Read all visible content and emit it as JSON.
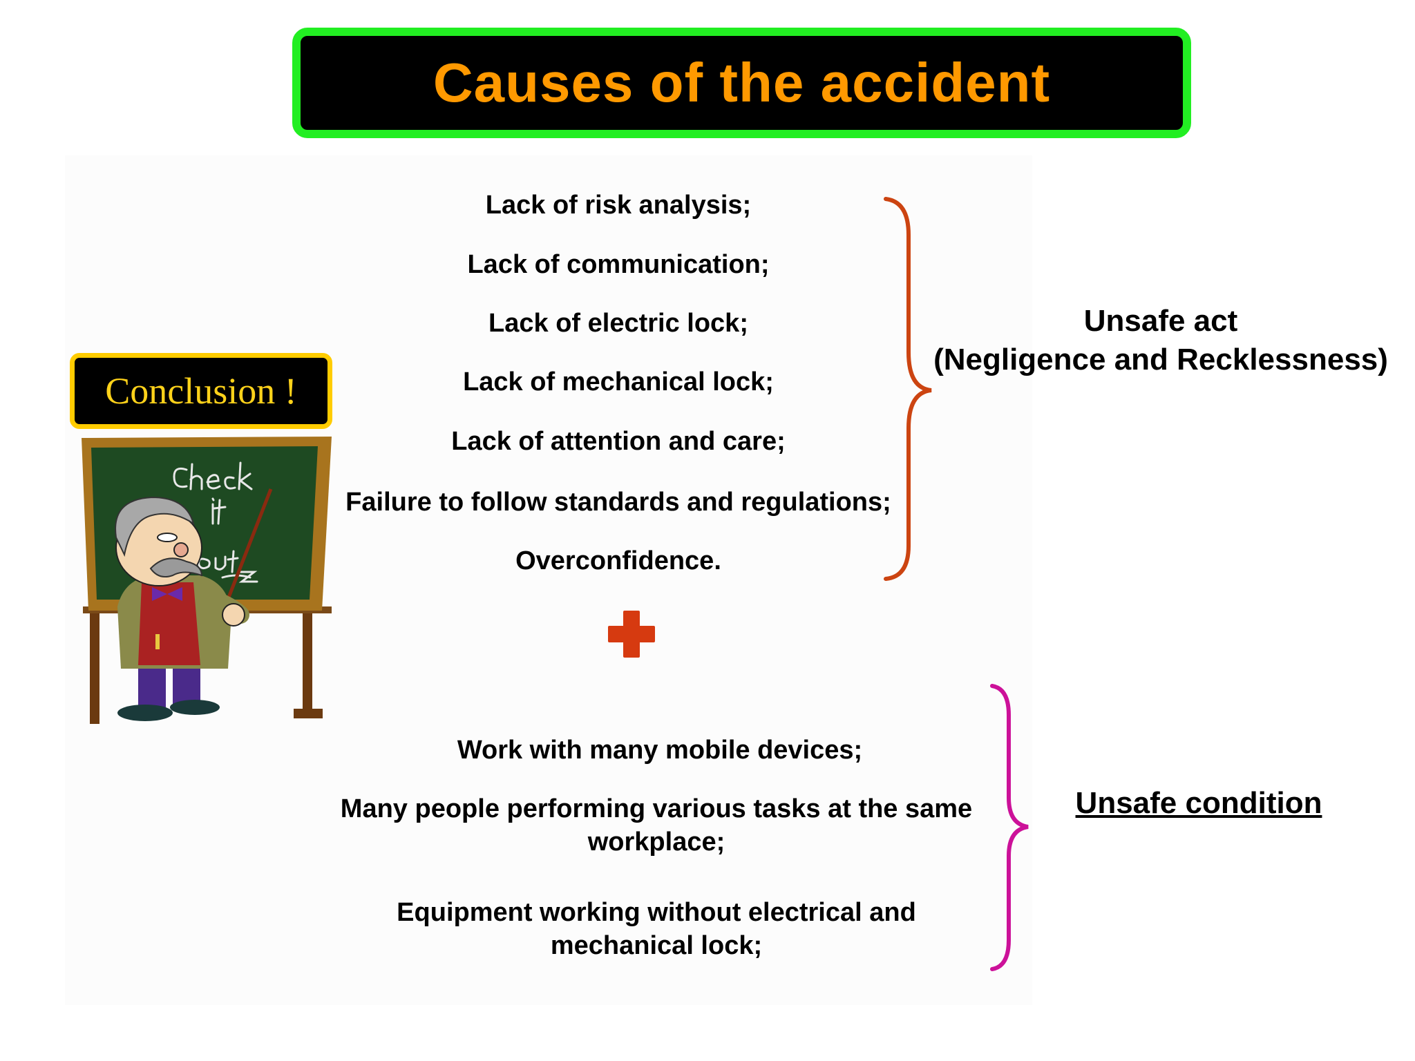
{
  "title": "Causes of the accident",
  "conclusion_badge": "Conclusion !",
  "chalkboard": {
    "text": "Check it out"
  },
  "unsafe_act": {
    "items": [
      "Lack of risk analysis;",
      "Lack of communication;",
      "Lack of electric lock;",
      "Lack of mechanical lock;",
      "Lack of attention and care;",
      "Failure to follow standards and regulations;",
      "Overconfidence."
    ],
    "label": "Unsafe act",
    "sublabel": "(Negligence and Recklessness)"
  },
  "plus_symbol": "plus-icon",
  "unsafe_condition": {
    "items": [
      "Work with many mobile devices;",
      "Many people performing various tasks at the same workplace;",
      "Equipment working without electrical and mechanical lock;"
    ],
    "label": "Unsafe condition"
  },
  "colors": {
    "title_border": "#22ee22",
    "title_text": "#ff9900",
    "badge_border": "#ffcc00",
    "badge_text": "#ffd21a",
    "act_brace": "#cc4411",
    "plus": "#d63a10",
    "condition_brace": "#cc1199"
  }
}
